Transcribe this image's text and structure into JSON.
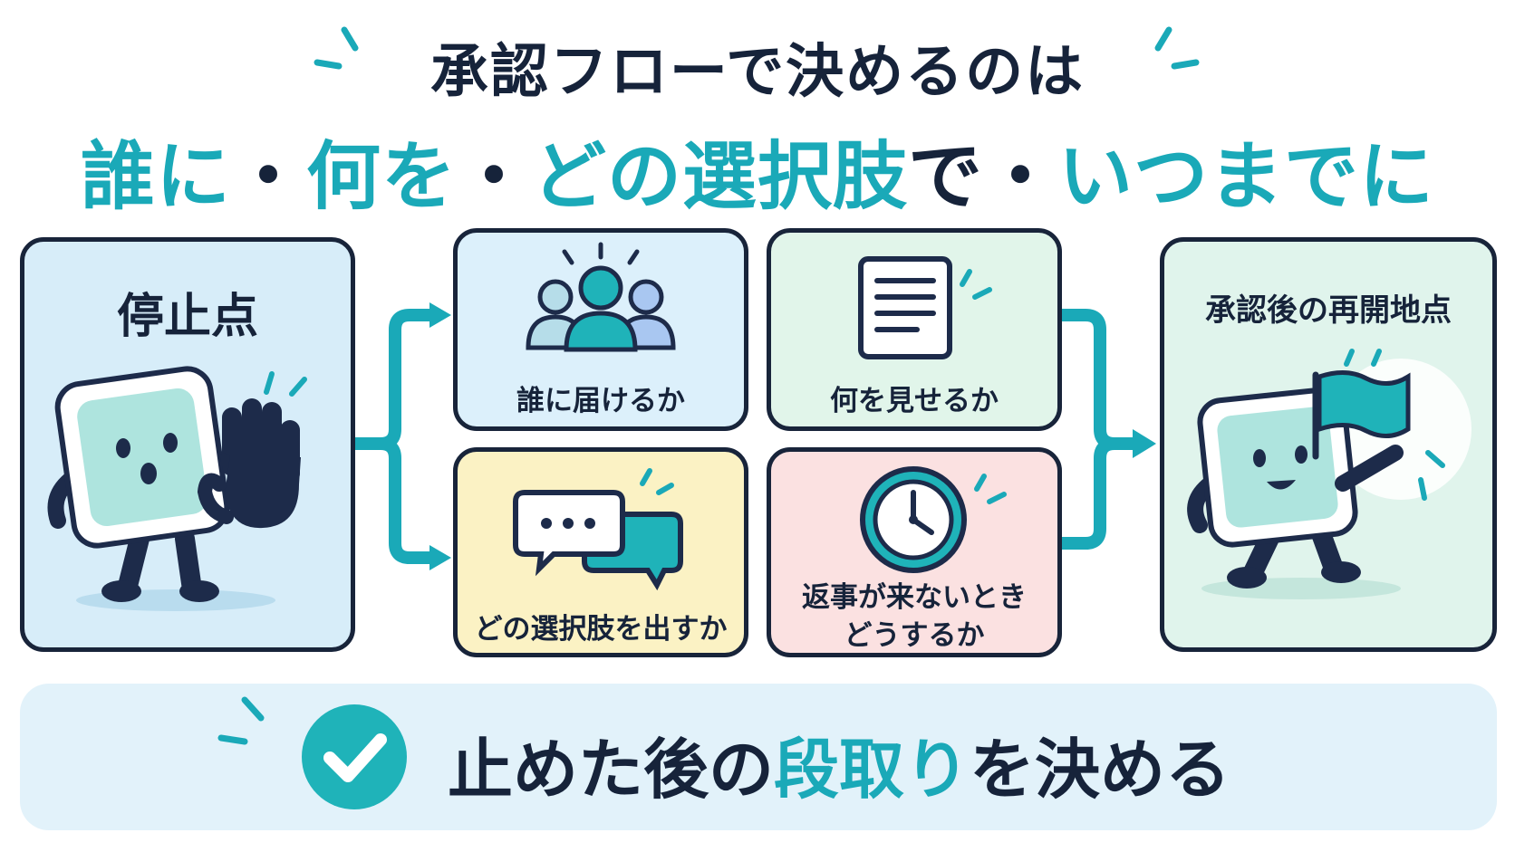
{
  "title": {
    "line1": "承認フローで決めるのは",
    "line2": [
      {
        "text": "誰に",
        "accent": true
      },
      {
        "text": "・",
        "accent": false
      },
      {
        "text": "何を",
        "accent": true
      },
      {
        "text": "・",
        "accent": false
      },
      {
        "text": "どの選択肢",
        "accent": true
      },
      {
        "text": "で・",
        "accent": false
      },
      {
        "text": "いつまでに",
        "accent": true
      }
    ]
  },
  "nodes": {
    "stop": "停止点",
    "who": "誰に届けるか",
    "what": "何を見せるか",
    "options": "どの選択肢を出すか",
    "timeout_line1": "返事が来ないとき",
    "timeout_line2": "どうするか",
    "resume": "承認後の再開地点"
  },
  "bottom": {
    "text_before": "止めた後の",
    "text_accent": "段取り",
    "text_after": "を決める"
  },
  "icons": {
    "stop": "hand-stop-icon",
    "who": "people-group-icon",
    "what": "document-icon",
    "options": "chat-bubbles-icon",
    "timeout": "clock-icon",
    "resume": "flag-icon",
    "bottom": "check-circle-icon"
  },
  "colors": {
    "accent": "#1aa9b8",
    "dark": "#16233a",
    "stop_bg": "#d7edf9",
    "who_bg": "#dcf0fb",
    "what_bg": "#e1f5ea",
    "options_bg": "#fbf2c4",
    "timeout_bg": "#fbe1e1",
    "resume_bg": "#e0f4ec",
    "bottom_bg": "#e2f2fa"
  }
}
